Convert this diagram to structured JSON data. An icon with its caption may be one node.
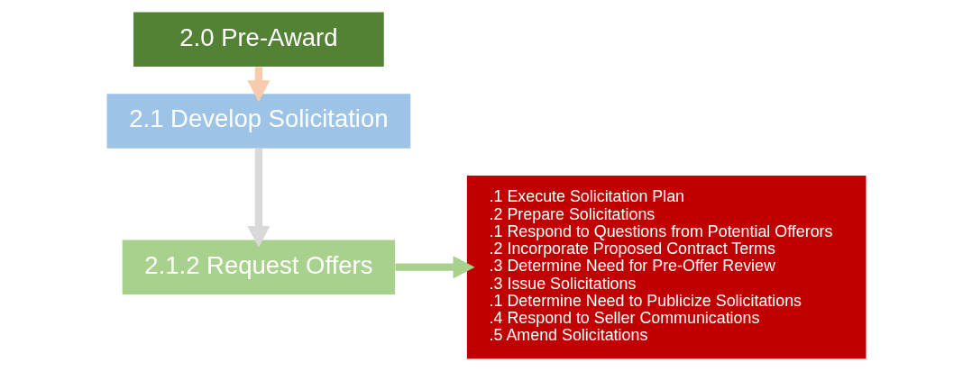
{
  "diagram": {
    "nodes": [
      {
        "text": [
          "2.0 Pre-Award"
        ]
      },
      {
        "text": [
          "2.1 Develop Solicitation"
        ]
      },
      {
        "text": [
          "2.1.2 Request Offers"
        ]
      },
      {
        "text": [
          ".1 Execute Solicitation Plan",
          ".2 Prepare Solicitations",
          ".1 Respond to Questions from Potential Offerors",
          ".2 Incorporate Proposed Contract Terms",
          ".3 Determine Need for Pre-Offer Review",
          ".3 Issue Solicitations",
          ".1 Determine Need to Publicize Solicitations",
          ".4 Respond to Seller Communications",
          ".5 Amend Solicitations"
        ]
      }
    ],
    "edges": [
      {
        "from": 0,
        "to": 1,
        "arrow": "to",
        "color": "#f8cbad"
      },
      {
        "from": 1,
        "to": 2,
        "arrow": "to",
        "color": "#d9d9d9"
      },
      {
        "from": 2,
        "to": 3,
        "arrow": "to",
        "color": "#a9d18e"
      }
    ]
  }
}
